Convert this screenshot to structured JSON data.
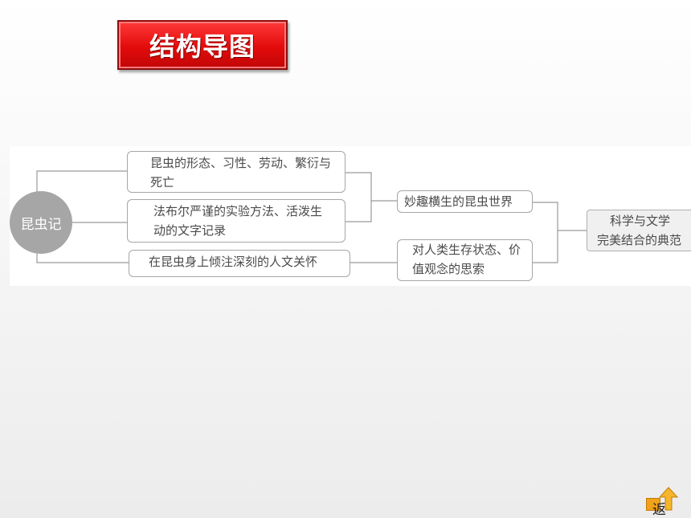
{
  "title": "结构导图",
  "mind_map": {
    "root": "昆虫记",
    "topic_1": {
      "label": "妙趣横生的昆虫世界",
      "children": [
        {
          "line1": "昆虫的形态、习性、劳动、繁衍与",
          "line2": "死亡"
        },
        {
          "line1": "法布尔严谨的实验方法、活泼生",
          "line2": "动的文字记录"
        }
      ]
    },
    "topic_2": {
      "line1": "对人类生存状态、价",
      "line2": "值观念的思索",
      "children": [
        {
          "line1": "在昆虫身上倾注深刻的人文关怀"
        }
      ]
    },
    "conclusion": {
      "line1": "科学与文学",
      "line2": "完美结合的典范"
    }
  },
  "nav": {
    "return_label": "返"
  },
  "colors": {
    "title_red": "#e30b0b",
    "node_border": "#a6a6a6",
    "root_fill": "#a6a6a6",
    "return_orange": "#f1a21a"
  }
}
